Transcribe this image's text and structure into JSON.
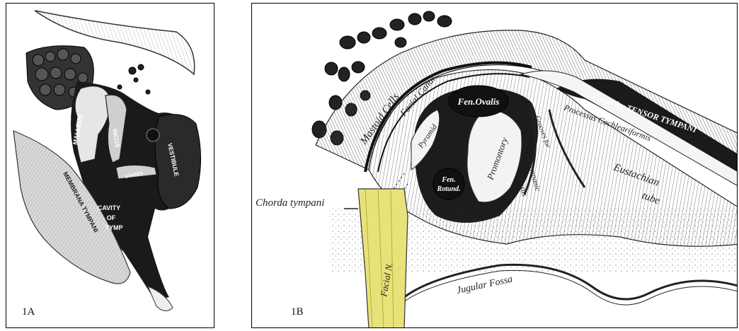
{
  "panel_a": {
    "panel_label": "1A",
    "labels": {
      "malleus": "MALLEUS",
      "incus": "INCUS",
      "stapes": "STAPES",
      "vestibule": "VESTIBULE",
      "membrana_tympani": "MEMBRANA TYMPANI",
      "cavity": "CAVITY",
      "of": "OF",
      "tymp": "TYMP"
    }
  },
  "panel_b": {
    "panel_label": "1B",
    "labels": {
      "mastoid_cells": "Mastoid Cells",
      "facial_canal": "Facial Canal",
      "fen_ovalis": "Fen.Ovalis",
      "pyramid": "Pyramid",
      "promontory": "Promontory",
      "fen_rotund_1": "Fen.",
      "fen_rotund_2": "Rotund.",
      "canal_tensor": "Canal for TENSOR TYMPANI",
      "processus": "Processus Cochleariformis",
      "grooves": "Grooves for",
      "tympanic": "Tympanic",
      "plexus": "Plexus",
      "eustachian": "Eustachian",
      "tube": "tube",
      "chorda_tympani": "Chorda tympani",
      "facial_n": "Facial N.",
      "jugular_fossa": "Jugular Fossa"
    }
  },
  "colors": {
    "nerve": "#e8e27a",
    "bone_dark": "#1a1a1a"
  }
}
